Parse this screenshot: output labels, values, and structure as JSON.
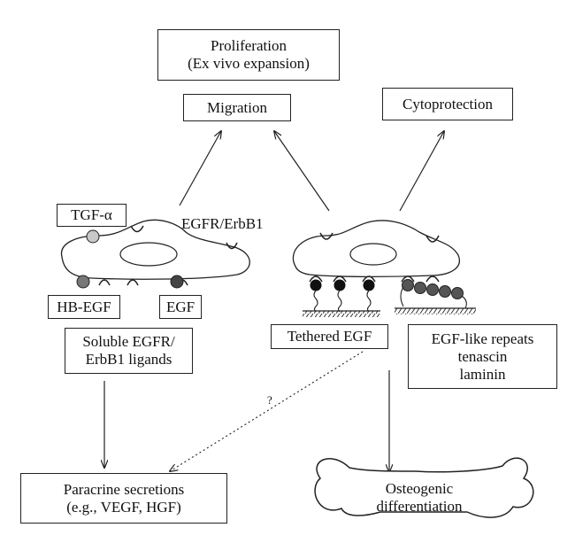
{
  "boxes": {
    "proliferation": {
      "line1": "Proliferation",
      "line2": "(Ex vivo expansion)"
    },
    "migration": "Migration",
    "cytoprotection": "Cytoprotection",
    "tgf_alpha": "TGF-α",
    "egfr_erbb1": "EGFR/ErbB1",
    "hb_egf": "HB-EGF",
    "egf": "EGF",
    "soluble_ligands": {
      "line1": "Soluble EGFR/",
      "line2": "ErbB1 ligands"
    },
    "tethered_egf": "Tethered EGF",
    "egf_like_repeats": {
      "line1": "EGF-like repeats",
      "line2": "tenascin",
      "line3": "laminin"
    },
    "paracrine": {
      "line1": "Paracrine secretions",
      "line2": "(e.g., VEGF, HGF)"
    },
    "osteogenic": {
      "line1": "Osteogenic",
      "line2": "differentiation"
    },
    "question_mark": "?"
  }
}
